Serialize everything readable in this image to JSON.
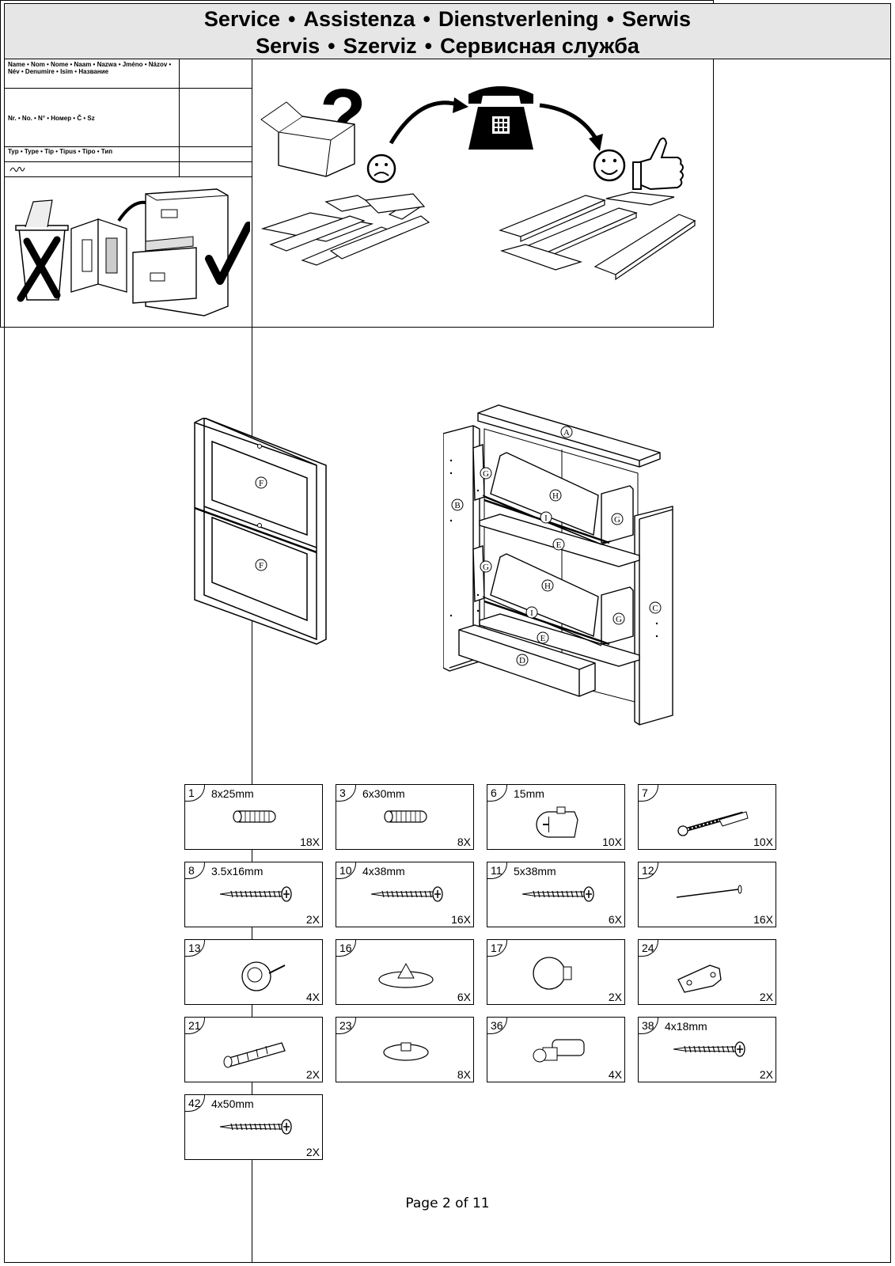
{
  "service": {
    "title_line1": [
      "Service",
      "Assistenza",
      "Dienstverlening",
      "Serwis"
    ],
    "title_line2": [
      "Servis",
      "Szerviz",
      "Сервисная служба"
    ],
    "separator": "•",
    "form": {
      "name_label": "Name • Nom • Nome • Naam • Nazwa • Jméno • Názov • Név • Denumire • Isim • Название",
      "number_label": "Nr. • No. • N° • Номер • Č • Sz",
      "type_label": "Typ • Type • Tip • Tipus • Tipo • Тип"
    }
  },
  "parts": {
    "labels": [
      "A",
      "B",
      "C",
      "D",
      "E",
      "E",
      "F",
      "F",
      "G",
      "G",
      "G",
      "G",
      "H",
      "H",
      "I",
      "I"
    ]
  },
  "fittings": [
    {
      "num": "1",
      "size": "8x25mm",
      "qty": "18X",
      "icon": "dowel-icon"
    },
    {
      "num": "3",
      "size": "6x30mm",
      "qty": "8X",
      "icon": "dowel-icon"
    },
    {
      "num": "6",
      "size": "15mm",
      "qty": "10X",
      "icon": "cam-lock-icon"
    },
    {
      "num": "7",
      "size": "",
      "qty": "10X",
      "icon": "cam-bolt-icon"
    },
    {
      "num": "8",
      "size": "3.5x16mm",
      "qty": "2X",
      "icon": "screw-icon"
    },
    {
      "num": "10",
      "size": "4x38mm",
      "qty": "16X",
      "icon": "screw-icon"
    },
    {
      "num": "11",
      "size": "5x38mm",
      "qty": "6X",
      "icon": "screw-icon"
    },
    {
      "num": "12",
      "size": "",
      "qty": "16X",
      "icon": "nail-icon"
    },
    {
      "num": "13",
      "size": "",
      "qty": "4X",
      "icon": "furniture-glide-icon"
    },
    {
      "num": "16",
      "size": "",
      "qty": "6X",
      "icon": "cover-cap-icon"
    },
    {
      "num": "17",
      "size": "",
      "qty": "2X",
      "icon": "knob-icon"
    },
    {
      "num": "24",
      "size": "",
      "qty": "2X",
      "icon": "angle-bracket-icon"
    },
    {
      "num": "21",
      "size": "",
      "qty": "2X",
      "icon": "wall-plug-icon"
    },
    {
      "num": "23",
      "size": "",
      "qty": "8X",
      "icon": "washer-icon"
    },
    {
      "num": "36",
      "size": "",
      "qty": "4X",
      "icon": "connector-icon"
    },
    {
      "num": "38",
      "size": "4x18mm",
      "qty": "2X",
      "icon": "screw-icon"
    },
    {
      "num": "42",
      "size": "4x50mm",
      "qty": "2X",
      "icon": "screw-icon"
    }
  ],
  "footer": {
    "page": "Page 2 of 11"
  }
}
